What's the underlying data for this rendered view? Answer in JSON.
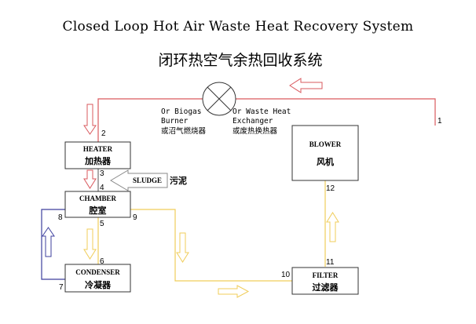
{
  "title": {
    "english": "Closed Loop Hot Air Waste Heat Recovery System",
    "chinese": "闭环热空气余热回收系统"
  },
  "colors": {
    "hot_air": "#d9595e",
    "warm_air": "#f0cd5a",
    "coolant": "#3d3f9e",
    "sludge": "#888888",
    "box_border": "#333333"
  },
  "components": {
    "heater": {
      "en": "HEATER",
      "zh": "加热器"
    },
    "chamber": {
      "en": "CHAMBER",
      "zh": "腔室"
    },
    "condenser": {
      "en": "CONDENSER",
      "zh": "冷凝器"
    },
    "blower": {
      "en": "BLOWER",
      "zh": "风机"
    },
    "filter": {
      "en": "FILTER",
      "zh": "过滤器"
    }
  },
  "valve": {
    "icon": "crossed-circle-icon",
    "left_label": [
      "Or Biogas",
      "Burner",
      "或沼气燃烧器"
    ],
    "right_label": [
      "Or Waste Heat",
      "Exchanger",
      "或废热换热器"
    ]
  },
  "sludge": {
    "en": "SLUDGE",
    "zh": "污泥"
  },
  "points": [
    "1",
    "2",
    "3",
    "4",
    "5",
    "6",
    "7",
    "8",
    "9",
    "10",
    "11",
    "12"
  ]
}
